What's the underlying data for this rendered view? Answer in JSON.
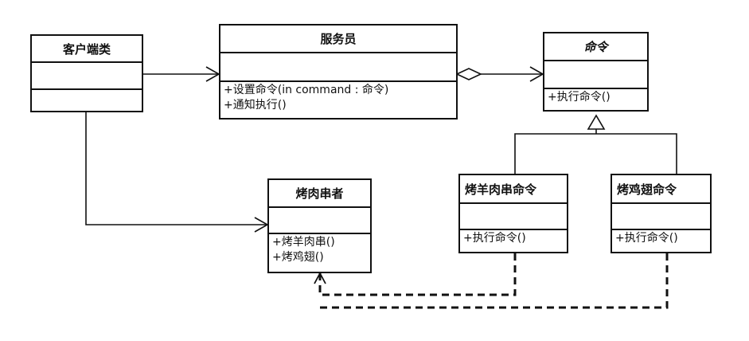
{
  "classes": {
    "client": {
      "name": "客户端类",
      "operations": []
    },
    "waiter": {
      "name": "服务员",
      "operations": [
        "+设置命令(in command  : 命令)",
        "+通知执行()"
      ]
    },
    "command": {
      "name": "命令",
      "operations": [
        "+执行命令()"
      ]
    },
    "barbecuer": {
      "name": "烤肉串者",
      "operations": [
        "+烤羊肉串()",
        "+烤鸡翅()"
      ]
    },
    "bake_mutton": {
      "name": "烤羊肉串命令",
      "operations": [
        "+执行命令()"
      ]
    },
    "bake_wing": {
      "name": "烤鸡翅命令",
      "operations": [
        "+执行命令()"
      ]
    }
  },
  "relationships": [
    {
      "from": "客户端类",
      "to": "服务员",
      "type": "association"
    },
    {
      "from": "客户端类",
      "to": "烤肉串者",
      "type": "association"
    },
    {
      "from": "服务员",
      "to": "命令",
      "type": "aggregation"
    },
    {
      "from": "烤羊肉串命令",
      "to": "命令",
      "type": "generalization"
    },
    {
      "from": "烤鸡翅命令",
      "to": "命令",
      "type": "generalization"
    },
    {
      "from": "烤羊肉串命令",
      "to": "烤肉串者",
      "type": "dependency"
    },
    {
      "from": "烤鸡翅命令",
      "to": "烤肉串者",
      "type": "dependency"
    }
  ]
}
